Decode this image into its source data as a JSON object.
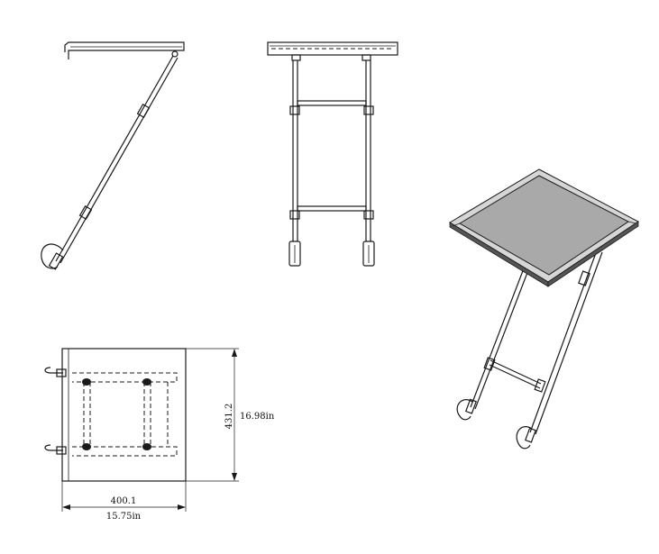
{
  "views": {
    "side": "side-view",
    "front": "front-view",
    "top": "top-view",
    "iso": "isometric-view"
  },
  "dimensions": {
    "width_mm": "400.1",
    "width_in": "15.75in",
    "depth_mm": "431.2",
    "depth_in": "16.98in"
  },
  "colors": {
    "line": "#1a1a1a",
    "tray_surface": "#a9a9a9",
    "background": "#ffffff"
  }
}
